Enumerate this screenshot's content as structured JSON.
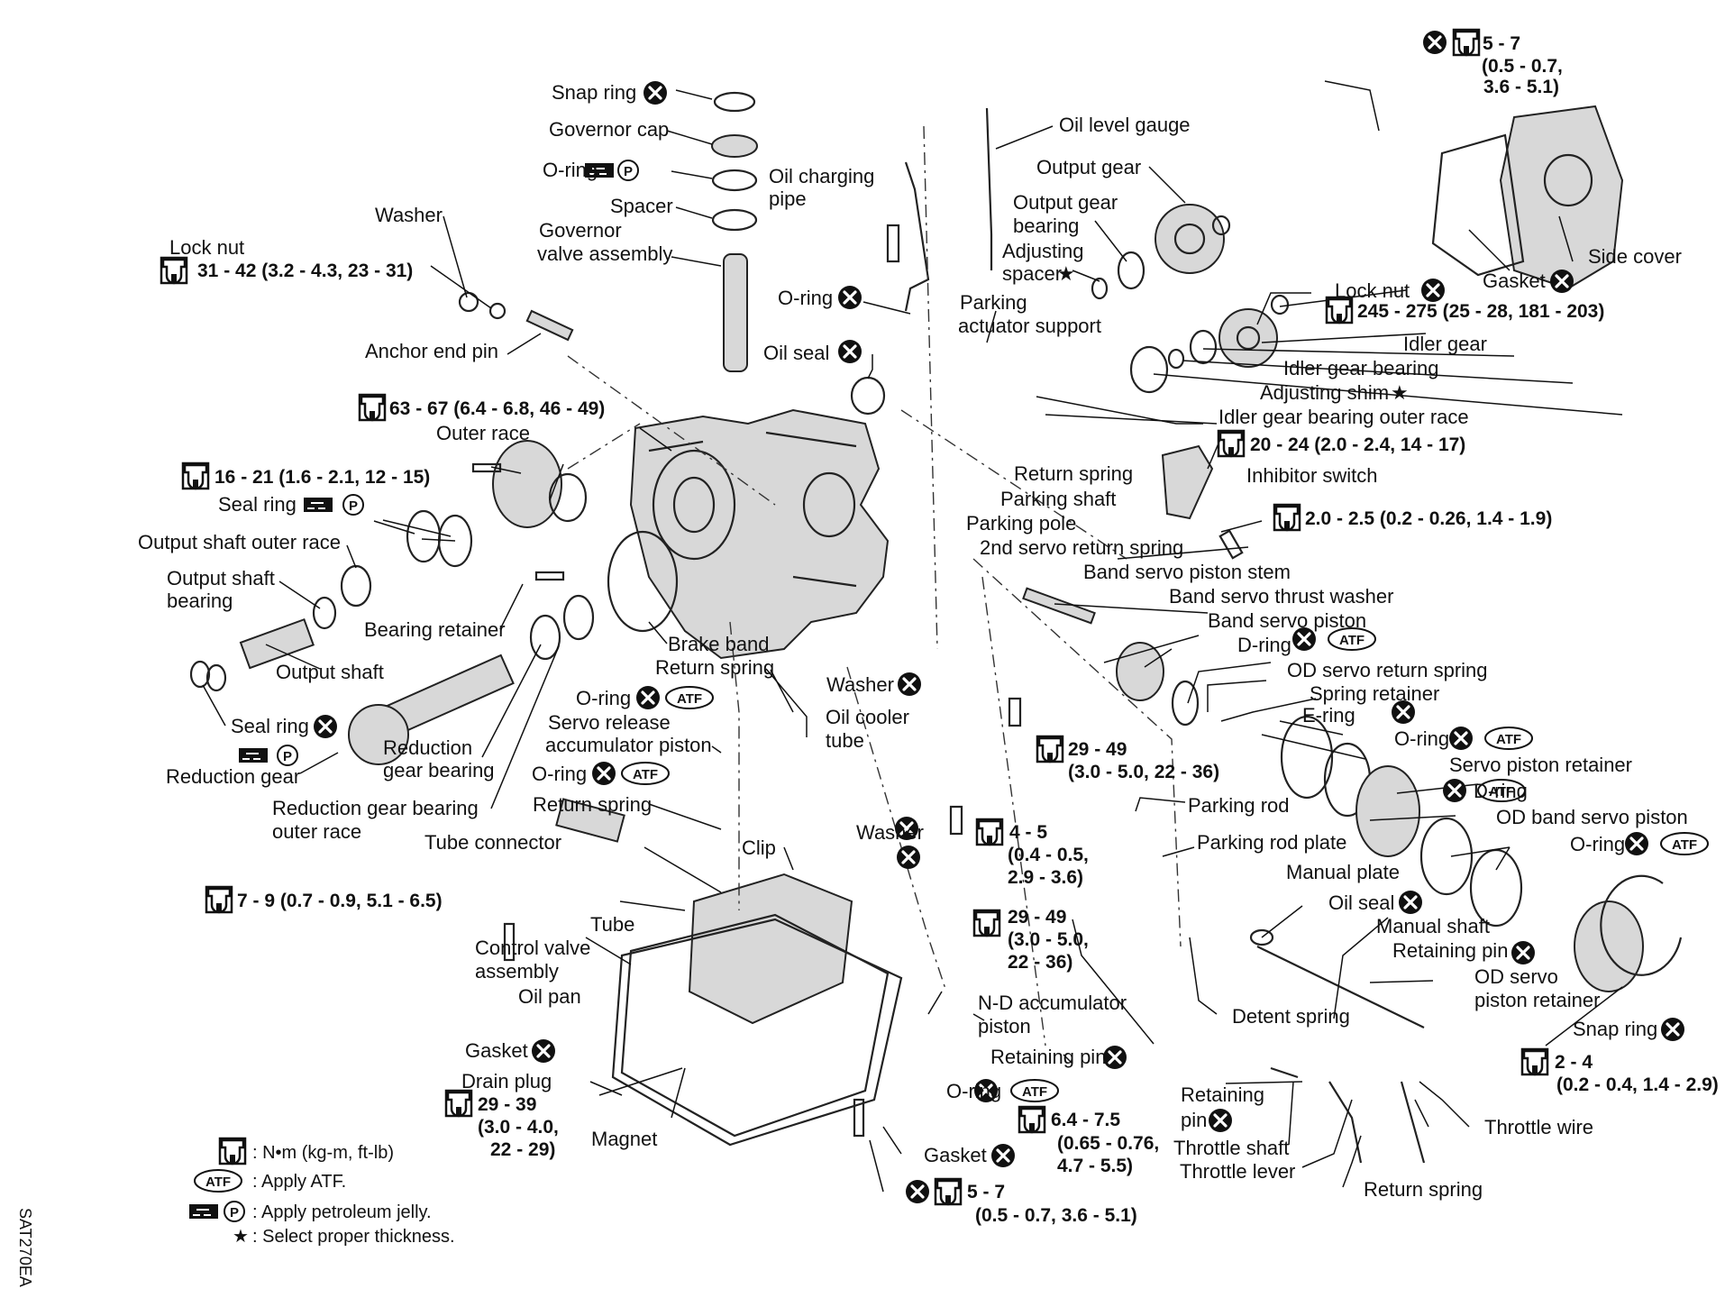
{
  "figure_code": "SAT270EA",
  "symbols": {
    "torque": "torque-wrench-icon",
    "replace": "replace-x-icon",
    "atf": "ATF",
    "petroleum": "P",
    "select": "★"
  },
  "labels": {
    "snap_ring_top": "Snap ring",
    "governor_cap": "Governor cap",
    "o_ring_gov": "O-ring",
    "spacer": "Spacer",
    "governor_valve_1": "Governor",
    "governor_valve_2": "valve assembly",
    "washer_top": "Washer",
    "lock_nut_left": "Lock nut",
    "anchor_end_pin": "Anchor end pin",
    "oil_charging_1": "Oil charging",
    "oil_charging_2": "pipe",
    "o_ring_pipe": "O-ring",
    "oil_seal_top": "Oil seal",
    "oil_level_gauge": "Oil level gauge",
    "output_gear": "Output gear",
    "output_gear_bearing_1": "Output gear",
    "output_gear_bearing_2": "bearing",
    "adjusting_spacer_1": "Adjusting",
    "adjusting_spacer_2": "spacer",
    "parking_actuator_1": "Parking",
    "parking_actuator_2": "actuator support",
    "side_cover": "Side cover",
    "gasket_top": "Gasket",
    "lock_nut_right": "Lock nut",
    "idler_gear": "Idler gear",
    "idler_gear_bearing": "Idler gear bearing",
    "adjusting_shim": "Adjusting shim",
    "idler_outer_race": "Idler gear bearing outer race",
    "outer_race": "Outer race",
    "seal_ring_top": "Seal ring",
    "output_shaft_outer_race": "Output shaft outer race",
    "output_shaft_bearing_1": "Output shaft",
    "output_shaft_bearing_2": "bearing",
    "bearing_retainer": "Bearing retainer",
    "output_shaft": "Output shaft",
    "seal_ring_bottom": "Seal ring",
    "reduction_gear": "Reduction gear",
    "reduction_gear_bearing_1": "Reduction",
    "reduction_gear_bearing_2": "gear bearing",
    "reduction_outer_race_1": "Reduction gear bearing",
    "reduction_outer_race_2": "outer race",
    "return_spring_park": "Return spring",
    "parking_shaft": "Parking shaft",
    "parking_pole": "Parking pole",
    "second_servo_return_spring": "2nd servo return spring",
    "inhibitor_switch": "Inhibitor switch",
    "band_servo_piston_stem": "Band servo piston stem",
    "band_servo_thrust_washer": "Band servo thrust washer",
    "band_servo_piston": "Band servo piston",
    "d_ring_1": "D-ring",
    "od_servo_return_spring": "OD servo return spring",
    "spring_retainer": "Spring retainer",
    "e_ring": "E-ring",
    "o_ring_servo_1": "O-ring",
    "servo_piston_retainer": "Servo piston retainer",
    "d_ring_2": "D-ring",
    "od_band_servo_piston": "OD band servo piston",
    "o_ring_servo_2": "O-ring",
    "brake_band": "Brake band",
    "return_spring_mid": "Return spring",
    "o_ring_servo_release": "O-ring",
    "servo_release_1": "Servo release",
    "servo_release_2": "accumulator piston",
    "o_ring_accum": "O-ring",
    "return_spring_low": "Return spring",
    "washer_mid": "Washer",
    "oil_cooler_1": "Oil cooler",
    "oil_cooler_2": "tube",
    "washer_low": "Washer",
    "parking_rod": "Parking rod",
    "parking_rod_plate": "Parking rod plate",
    "manual_plate": "Manual plate",
    "oil_seal_low": "Oil seal",
    "manual_shaft": "Manual shaft",
    "retaining_pin_right": "Retaining pin",
    "od_servo_retainer_1": "OD servo",
    "od_servo_retainer_2": "piston retainer",
    "snap_ring_right": "Snap ring",
    "tube_connector": "Tube connector",
    "clip": "Clip",
    "tube": "Tube",
    "control_valve_1": "Control valve",
    "control_valve_2": "assembly",
    "oil_pan": "Oil pan",
    "gasket_mid": "Gasket",
    "drain_plug": "Drain plug",
    "magnet": "Magnet",
    "nd_accum_1": "N-D accumulator",
    "nd_accum_2": "piston",
    "retaining_pin_mid": "Retaining pin",
    "o_ring_low": "O-ring",
    "detent_spring": "Detent spring",
    "retaining_pin_low_1": "Retaining",
    "retaining_pin_low_2": "pin",
    "throttle_shaft": "Throttle shaft",
    "throttle_lever": "Throttle lever",
    "return_spring_bottom": "Return spring",
    "throttle_wire": "Throttle wire",
    "gasket_bottom": "Gasket"
  },
  "torques": {
    "t_5_7_top_1": "5 - 7",
    "t_5_7_top_2": "(0.5 - 0.7,",
    "t_5_7_top_3": "3.6 - 5.1)",
    "t_31_42": "31 - 42 (3.2 - 4.3, 23 - 31)",
    "t_63_67": "63 - 67 (6.4 - 6.8, 46 - 49)",
    "t_16_21": "16 - 21 (1.6 - 2.1, 12 - 15)",
    "t_245_275": "245 - 275 (25 - 28, 181 - 203)",
    "t_20_24": "20 - 24 (2.0 - 2.4, 14 - 17)",
    "t_2_2_5": "2.0 - 2.5 (0.2 - 0.26, 1.4 - 1.9)",
    "t_29_49_a1": "29 - 49",
    "t_29_49_a2": "(3.0 - 5.0, 22 - 36)",
    "t_4_5_1": "4 - 5",
    "t_4_5_2": "(0.4 - 0.5,",
    "t_4_5_3": "2.9 - 3.6)",
    "t_7_9": "7 - 9 (0.7 - 0.9, 5.1 - 6.5)",
    "t_29_49_b1": "29 - 49",
    "t_29_49_b2": "(3.0 - 5.0,",
    "t_29_49_b3": "22 - 36)",
    "t_2_4_1": "2 - 4",
    "t_2_4_2": "(0.2 - 0.4, 1.4 - 2.9)",
    "t_29_39_1": "29 - 39",
    "t_29_39_2": "(3.0 - 4.0,",
    "t_29_39_3": "22 - 29)",
    "t_6_4_1": "6.4 - 7.5",
    "t_6_4_2": "(0.65 - 0.76,",
    "t_6_4_3": "4.7 - 5.5)",
    "t_5_7_bot_1": "5 - 7",
    "t_5_7_bot_2": "(0.5 - 0.7, 3.6 - 5.1)"
  },
  "legend": {
    "torque_units": ": N•m (kg-m, ft-lb)",
    "apply_atf": ": Apply ATF.",
    "apply_jelly": ": Apply petroleum jelly.",
    "select_thickness": ": Select proper thickness."
  }
}
